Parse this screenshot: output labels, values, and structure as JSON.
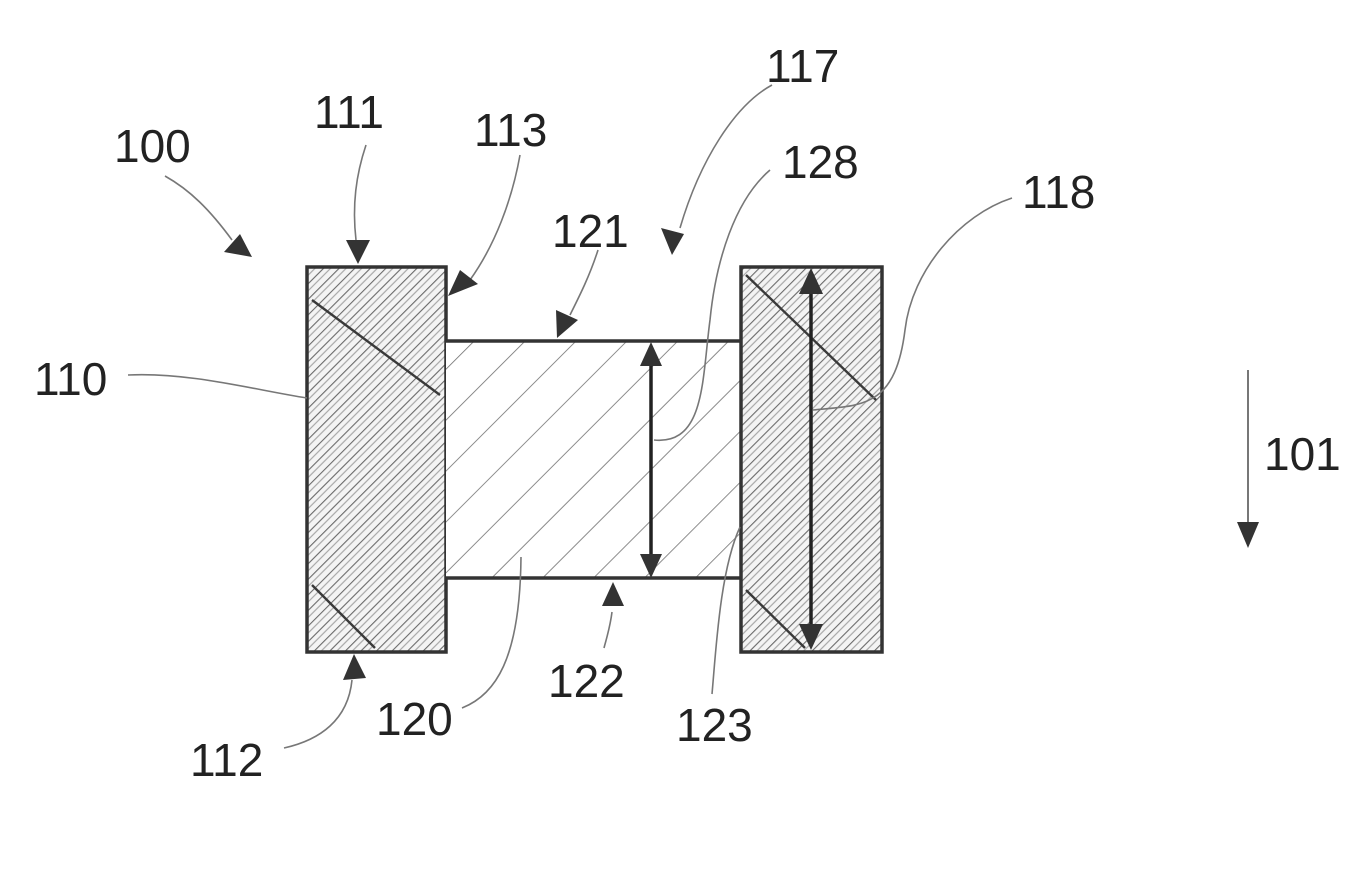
{
  "figure": {
    "labels": {
      "device": "100",
      "direction": "101",
      "left_block": "110",
      "left_block_top": "111",
      "left_block_bottom": "112",
      "left_block_inner_face": "113",
      "right_block": "117",
      "right_block_height": "118",
      "middle_layer": "120",
      "middle_layer_top": "121",
      "middle_layer_bottom": "122",
      "middle_layer_side": "123",
      "middle_layer_height": "128"
    }
  }
}
